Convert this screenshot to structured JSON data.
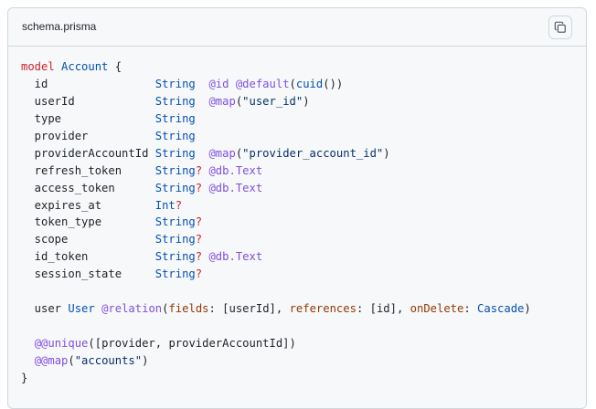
{
  "header": {
    "filename": "schema.prisma",
    "copy_icon": "copy-icon"
  },
  "code": {
    "language": "prisma",
    "lines": [
      [
        {
          "t": "model",
          "c": "kw"
        },
        {
          "t": " "
        },
        {
          "t": "Account",
          "c": "type"
        },
        {
          "t": " {"
        }
      ],
      [
        {
          "t": "  id                "
        },
        {
          "t": "String",
          "c": "type"
        },
        {
          "t": "  "
        },
        {
          "t": "@id",
          "c": "attr"
        },
        {
          "t": " "
        },
        {
          "t": "@default",
          "c": "attr"
        },
        {
          "t": "("
        },
        {
          "t": "cuid",
          "c": "type"
        },
        {
          "t": "())"
        }
      ],
      [
        {
          "t": "  userId            "
        },
        {
          "t": "String",
          "c": "type"
        },
        {
          "t": "  "
        },
        {
          "t": "@map",
          "c": "attr"
        },
        {
          "t": "("
        },
        {
          "t": "\"user_id\"",
          "c": "str"
        },
        {
          "t": ")"
        }
      ],
      [
        {
          "t": "  type              "
        },
        {
          "t": "String",
          "c": "type"
        }
      ],
      [
        {
          "t": "  provider          "
        },
        {
          "t": "String",
          "c": "type"
        }
      ],
      [
        {
          "t": "  providerAccountId "
        },
        {
          "t": "String",
          "c": "type"
        },
        {
          "t": "  "
        },
        {
          "t": "@map",
          "c": "attr"
        },
        {
          "t": "("
        },
        {
          "t": "\"provider_account_id\"",
          "c": "str"
        },
        {
          "t": ")"
        }
      ],
      [
        {
          "t": "  refresh_token     "
        },
        {
          "t": "String",
          "c": "type"
        },
        {
          "t": "?",
          "c": "q"
        },
        {
          "t": " "
        },
        {
          "t": "@db.Text",
          "c": "attr"
        }
      ],
      [
        {
          "t": "  access_token      "
        },
        {
          "t": "String",
          "c": "type"
        },
        {
          "t": "?",
          "c": "q"
        },
        {
          "t": " "
        },
        {
          "t": "@db.Text",
          "c": "attr"
        }
      ],
      [
        {
          "t": "  expires_at        "
        },
        {
          "t": "Int",
          "c": "type"
        },
        {
          "t": "?",
          "c": "q"
        }
      ],
      [
        {
          "t": "  token_type        "
        },
        {
          "t": "String",
          "c": "type"
        },
        {
          "t": "?",
          "c": "q"
        }
      ],
      [
        {
          "t": "  scope             "
        },
        {
          "t": "String",
          "c": "type"
        },
        {
          "t": "?",
          "c": "q"
        }
      ],
      [
        {
          "t": "  id_token          "
        },
        {
          "t": "String",
          "c": "type"
        },
        {
          "t": "?",
          "c": "q"
        },
        {
          "t": " "
        },
        {
          "t": "@db.Text",
          "c": "attr"
        }
      ],
      [
        {
          "t": "  session_state     "
        },
        {
          "t": "String",
          "c": "type"
        },
        {
          "t": "?",
          "c": "q"
        }
      ],
      [],
      [
        {
          "t": "  user "
        },
        {
          "t": "User",
          "c": "type"
        },
        {
          "t": " "
        },
        {
          "t": "@relation",
          "c": "attr"
        },
        {
          "t": "("
        },
        {
          "t": "fields",
          "c": "arg"
        },
        {
          "t": ": [userId], "
        },
        {
          "t": "references",
          "c": "arg"
        },
        {
          "t": ": [id], "
        },
        {
          "t": "onDelete",
          "c": "arg"
        },
        {
          "t": ": "
        },
        {
          "t": "Cascade",
          "c": "type"
        },
        {
          "t": ")"
        }
      ],
      [],
      [
        {
          "t": "  "
        },
        {
          "t": "@@unique",
          "c": "attr"
        },
        {
          "t": "([provider, providerAccountId])"
        }
      ],
      [
        {
          "t": "  "
        },
        {
          "t": "@@map",
          "c": "attr"
        },
        {
          "t": "("
        },
        {
          "t": "\"accounts\"",
          "c": "str"
        },
        {
          "t": ")"
        }
      ],
      [
        {
          "t": "}"
        }
      ]
    ]
  }
}
